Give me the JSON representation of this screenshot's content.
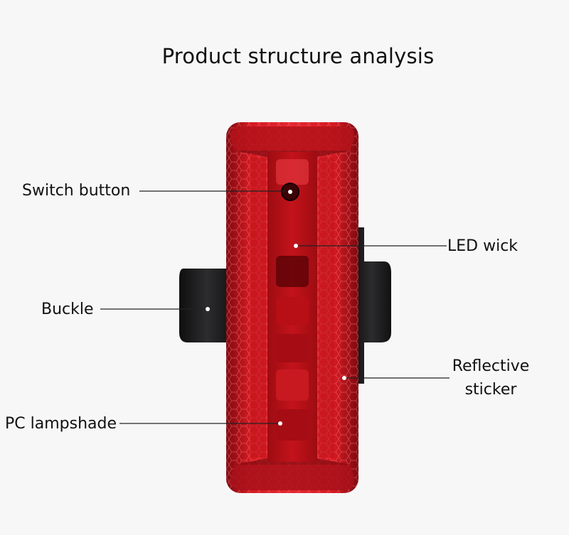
{
  "title": "Product structure analysis",
  "labels": {
    "switch_button": "Switch button",
    "led_wick": "LED wick",
    "buckle": "Buckle",
    "reflective_sticker_line1": "Reflective",
    "reflective_sticker_line2": "sticker",
    "pc_lampshade": "PC lampshade"
  },
  "colors": {
    "background": "#f7f7f7",
    "lamp_red": "#d0141b",
    "lamp_dark_red": "#8e0a10",
    "buckle_black": "#1c1c1e",
    "leader_line": "#222222"
  }
}
